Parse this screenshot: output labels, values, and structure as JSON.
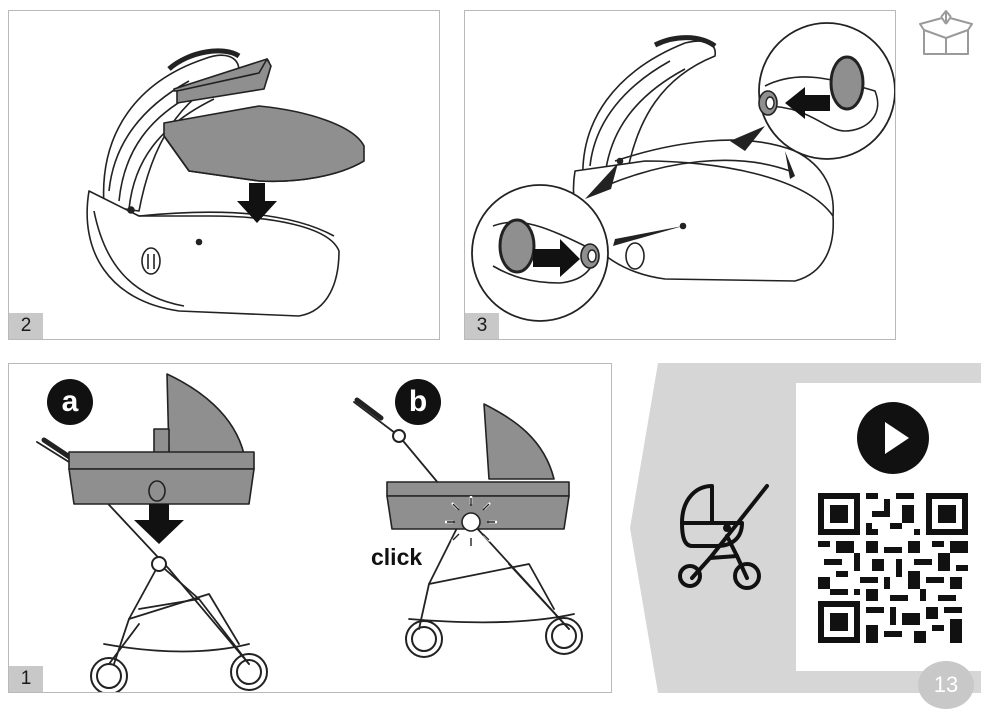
{
  "steps": [
    {
      "number": "2"
    },
    {
      "number": "3"
    },
    {
      "number": "1",
      "badges": [
        "a",
        "b"
      ],
      "click_label": "click"
    }
  ],
  "page": {
    "number": "13"
  },
  "colors": {
    "fabric": "#8f8f8f",
    "banner": "#d6d6d6",
    "label_bg": "#c8c8c8",
    "line": "#222222"
  },
  "icons": [
    "box-up-icon",
    "stroller-icon",
    "play-icon",
    "qr-code"
  ]
}
